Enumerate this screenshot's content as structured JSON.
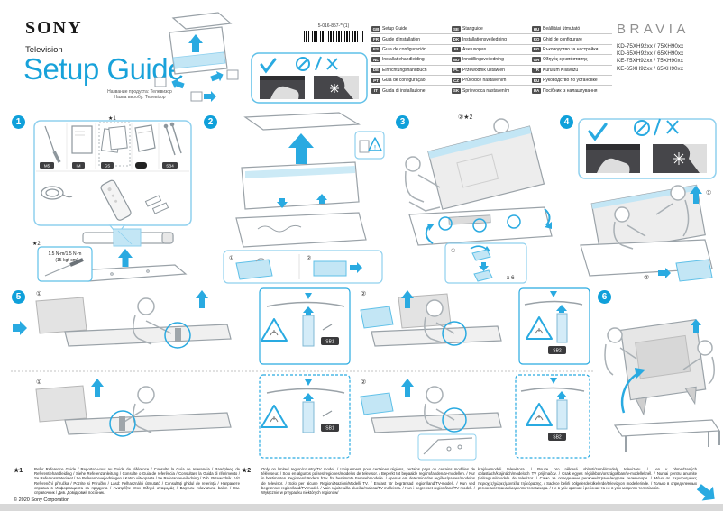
{
  "page": {
    "copyright": "© 2020 Sony Corporation",
    "accent_blue": "#29aae1",
    "light_blue": "#c3e6f5"
  },
  "header": {
    "brand": "SONY",
    "product_type": "Television",
    "title": "Setup Guide",
    "reg_line1": "Название продукта: Телевизор",
    "reg_line2": "Назва виробу: Телевізор",
    "doc_number": "5-016-857-**(1)",
    "bravia": "BRAVIA",
    "models": [
      "KD-75XH92xx / 75XH90xx",
      "KD-65XH92xx / 65XH90xx",
      "KE-75XH92xx / 75XH90xx",
      "KE-65XH92xx / 65XH90xx"
    ]
  },
  "languages": {
    "col1": [
      {
        "code": "GB",
        "label": "Setup Guide"
      },
      {
        "code": "FR",
        "label": "Guide d'installation"
      },
      {
        "code": "ES",
        "label": "Guía de configuración"
      },
      {
        "code": "NL",
        "label": "Installatiehandleiding"
      },
      {
        "code": "DE",
        "label": "Einrichtungshandbuch"
      },
      {
        "code": "PT",
        "label": "Guia de configuração"
      },
      {
        "code": "IT",
        "label": "Guida di installazione"
      }
    ],
    "col2": [
      {
        "code": "SE",
        "label": "Startguide"
      },
      {
        "code": "DK",
        "label": "Installationsvejledning"
      },
      {
        "code": "FI",
        "label": "Asetusopas"
      },
      {
        "code": "NO",
        "label": "Innstillingsveiledning"
      },
      {
        "code": "PL",
        "label": "Przewodnik ustawień"
      },
      {
        "code": "CZ",
        "label": "Průvodce nastavením"
      },
      {
        "code": "SK",
        "label": "Sprievodca nastavením"
      }
    ],
    "col3": [
      {
        "code": "HU",
        "label": "Beállítási útmutató"
      },
      {
        "code": "RO",
        "label": "Ghid de configurare"
      },
      {
        "code": "BG",
        "label": "Ръководство за настройки"
      },
      {
        "code": "GR",
        "label": "Οδηγός εγκατάστασης"
      },
      {
        "code": "TR",
        "label": "Kurulum Kılavuzu"
      },
      {
        "code": "RU",
        "label": "Руководство по установке"
      },
      {
        "code": "UA",
        "label": "Посібник із налаштування"
      }
    ]
  },
  "steps": {
    "n1": "1",
    "n2": "2",
    "n3": "3",
    "n4": "4",
    "n5": "5",
    "n6": "6"
  },
  "step1": {
    "star1": "★1",
    "star2": "★2",
    "torque1": "1.5 N·m/1,5 N·m",
    "torque2": "(15 kgf·cm)",
    "tag_tool": "M5",
    "tag_manual": "IM",
    "tag_docs": "GS",
    "tag_cord": "",
    "tag_screws": "SB4"
  },
  "step2": {
    "warning": "!",
    "sub1": "①",
    "sub2": "②"
  },
  "step3": {
    "top_label": "②★2",
    "sub1": "①",
    "count": "x 6"
  },
  "step4": {
    "sub1": "①",
    "sub2": "②"
  },
  "step5": {
    "sub1": "①",
    "sub2": "②",
    "tag_a": "SB1",
    "tag_b": "SB2",
    "row2_sub1": "①",
    "row2_sub2": "②",
    "row2_tag_a": "SB1",
    "row2_tag_b": "SB2"
  },
  "footnotes": {
    "star1_label": "★1",
    "star1_text": "Refer Reference Guide / Reportez-vous au Guide de référence / Consulte la Guía de referencia / Raadpleeg de Referentiehandleiding / Siehe Referenzanleitung / Consulte o Guia de referência / Consultare la Guida di riferimento / Se Referensmaterialet / Se Referencevejledningen / Katso viiteopasta / Se Referanseveiledning / Zob. Przewodnik / Viz Referenční příručka / Pozrite si Príručku / Lásd: Felhasználói útmutató / Consultați ghidul de referință / Направете справка в Информацията за продукта / Ανατρέξτε στον Οδηγό αναφοράς / Başvuru Kılavuzuna bakın / См. справочник / Див. Довідковий посібник.",
    "star2_label": "★2",
    "star2_left": "Only on limited region/country/TV model. / Uniquement pour certaines régions, certains pays ou certains modèles de téléviseur. / Solo en algunos países/regiones/modelos de televisor. / Beperkt tot bepaalde regio's/landen/tv-modellen. / Nur in bestimmten Regionen/Ländern bzw. für bestimmte Fernsehmodelle. / Apenas em determinadas regiões/países/modelos de televisor. / Solo per alcune Regioni/Nazioni/Modelli TV. / Endast för begränsad region/land/TV-modell. / Kun ved begrænset region/land/TV-model. / Vain rajoitetuilla alueilla/maissa/TV-malleissa. / Kun i begrenset region/land/TV-modell. / Wyłącznie w przypadku niektórych regionów/",
    "star2_right": "krajów/modeli telewizora. / Pouze pro některé oblasti/země/modely televizoru. / Len v obmedzených oblastiach/krajinách/modeloch TV prijímačov. / Csak egyes régiókban/országokban/tv-modelleknél. / Numai pentru anumite țări/regiuni/modele de televizor. / Само за определени региони/страни/модели телевизори. / Μόνο σε περιορισμένες περιοχές/χώρες/μοντέλα τηλεόρασης. / Sadece belirli bölgelerde/ülkelerde/televizyon modellerinde. / Только в определенных регионах/странах/моделях телевизора. / Не в усіх країнах і регіонах та не в усіх моделях телевізорів."
  }
}
